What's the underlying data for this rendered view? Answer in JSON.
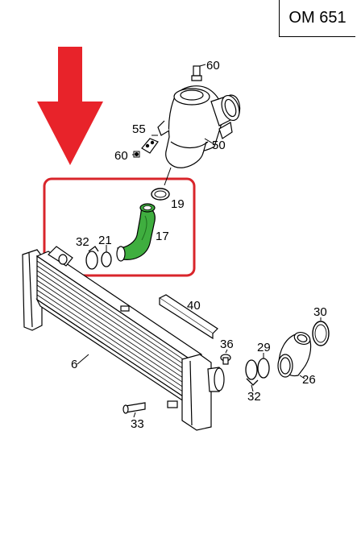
{
  "engine_code": "OM 651",
  "colors": {
    "arrow": "#e8232a",
    "highlight_frame": "#d9252b",
    "highlighted_hose": "#3fae3f",
    "line_art": "#000000"
  },
  "highlighted_part": "17",
  "part_labels": {
    "p60_top": "60",
    "p55": "55",
    "p60_mid": "60",
    "p50": "50",
    "p19": "19",
    "p17": "17",
    "p32_left": "32",
    "p21": "21",
    "p40": "40",
    "p30": "30",
    "p6": "6",
    "p36": "36",
    "p29": "29",
    "p26": "26",
    "p32_right": "32",
    "p33": "33"
  }
}
